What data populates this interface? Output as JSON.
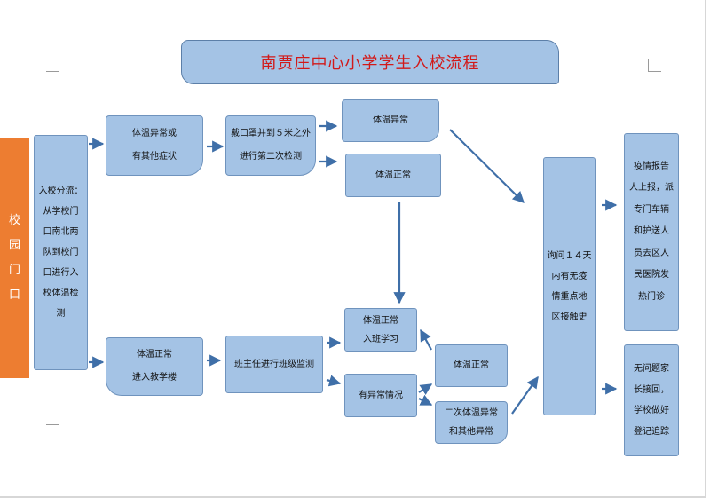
{
  "title": "南贾庄中心小学学生入校流程",
  "gate": {
    "label": "校园门口"
  },
  "nodes": {
    "diversion": "入校分流：\n从学校门\n口南北两\n队到校门\n口进行入\n校体温检\n测",
    "abnormal_or_symptoms": "体温异常或\n有其他症状",
    "mask_second_check": "戴口罩并到５米之外\n进行第二次检测",
    "temp_abnormal": "体温异常",
    "temp_normal": "体温正常",
    "normal_enter_building": "体温正常\n进入教学楼",
    "teacher_monitor": "班主任进行班级监测",
    "normal_enter_class": "体温正常\n入班学习",
    "has_abnormal": "有异常情况",
    "temp_normal_2": "体温正常",
    "second_abnormal": "二次体温异常\n和其他异常",
    "inquire_history": "询问１４天\n内有无疫\n情重点地\n区接触史",
    "report_hospital": "疫情报告\n人上报，派\n专门车辆\n和护送人\n员去区人\n民医院发\n热门诊",
    "no_problem_home": "无问题家\n长接回，\n学校做好\n登记追踪"
  },
  "colors": {
    "box_fill": "#a4c3e5",
    "box_border": "#6f93bd",
    "gate_fill": "#ed7d31",
    "title_text": "#d21919",
    "arrow": "#3f6fa8"
  }
}
